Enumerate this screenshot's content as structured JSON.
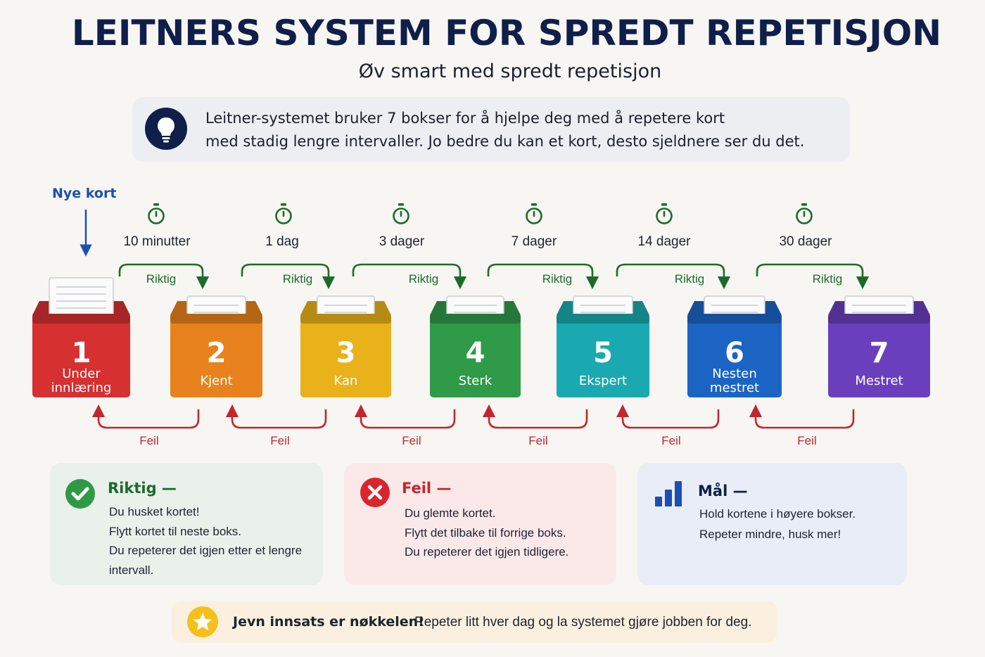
{
  "title": "LEITNERS SYSTEM FOR SPREDT REPETISJON",
  "subtitle": "Øv smart med spredt repetisjon",
  "info": {
    "line1": "Leitner-systemet bruker 7 bokser for å hjelpe deg med å repetere kort",
    "line2": "med stadig lengre intervaller. Jo bedre du kan et kort, desto sjeldnere ser du det."
  },
  "new_cards_label": "Nye kort",
  "intervals": [
    "10 minutter",
    "1 dag",
    "3 dager",
    "7 dager",
    "14 dager",
    "30 dager"
  ],
  "correct_label": "Riktig",
  "wrong_label": "Feil",
  "boxes": [
    {
      "number": "1",
      "name_lines": [
        "Under",
        "innlæring"
      ],
      "color": "#d63031"
    },
    {
      "number": "2",
      "name_lines": [
        "Kjent"
      ],
      "color": "#e8821c"
    },
    {
      "number": "3",
      "name_lines": [
        "Kan"
      ],
      "color": "#e9b21a"
    },
    {
      "number": "4",
      "name_lines": [
        "Sterk"
      ],
      "color": "#2f9a48"
    },
    {
      "number": "5",
      "name_lines": [
        "Ekspert"
      ],
      "color": "#1aa9b0"
    },
    {
      "number": "6",
      "name_lines": [
        "Nesten",
        "mestret"
      ],
      "color": "#1c64c4"
    },
    {
      "number": "7",
      "name_lines": [
        "Mestret"
      ],
      "color": "#6a3fbd"
    }
  ],
  "cards": {
    "correct": {
      "heading": "Riktig —",
      "lines": [
        "Du husket kortet!",
        "Flytt kortet til neste boks.",
        "Du repeterer det igjen etter et lengre",
        "intervall."
      ]
    },
    "wrong": {
      "heading": "Feil —",
      "lines": [
        "Du glemte kortet.",
        "Flytt det tilbake til forrige boks.",
        "Du repeterer det igjen tidligere."
      ]
    },
    "goal": {
      "heading": "Mål —",
      "lines": [
        "Hold kortene i høyere bokser.",
        "Repeter mindre, husk mer!"
      ]
    }
  },
  "footer": {
    "bold": "Jevn innsats er nøkkelen!",
    "rest": "Repeter litt hver dag og la systemet gjøre jobben for deg."
  },
  "colors": {
    "green": "#1d6b2a",
    "red": "#c1272d",
    "navy": "#0f1f4a",
    "blue": "#1c4fb0"
  },
  "icons": [
    "lightbulb-icon",
    "timer-icon",
    "check-circle-icon",
    "x-circle-icon",
    "bar-chart-icon",
    "star-icon"
  ]
}
